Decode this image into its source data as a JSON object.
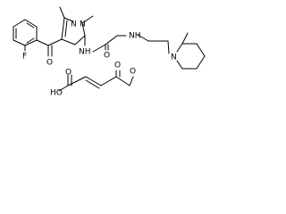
{
  "labels": {
    "n_pyrazole_1": "N",
    "n_pyrazole_2": "N",
    "fluorine": "F",
    "ketone_oxygen": "O",
    "amide_nh": "NH",
    "amide_oxygen": "O",
    "amine_nh": "NH",
    "piperidine_n": "N",
    "acid_ho": "HO",
    "acid_o1": "O",
    "acid_o2": "O",
    "acid_o3": "O"
  }
}
